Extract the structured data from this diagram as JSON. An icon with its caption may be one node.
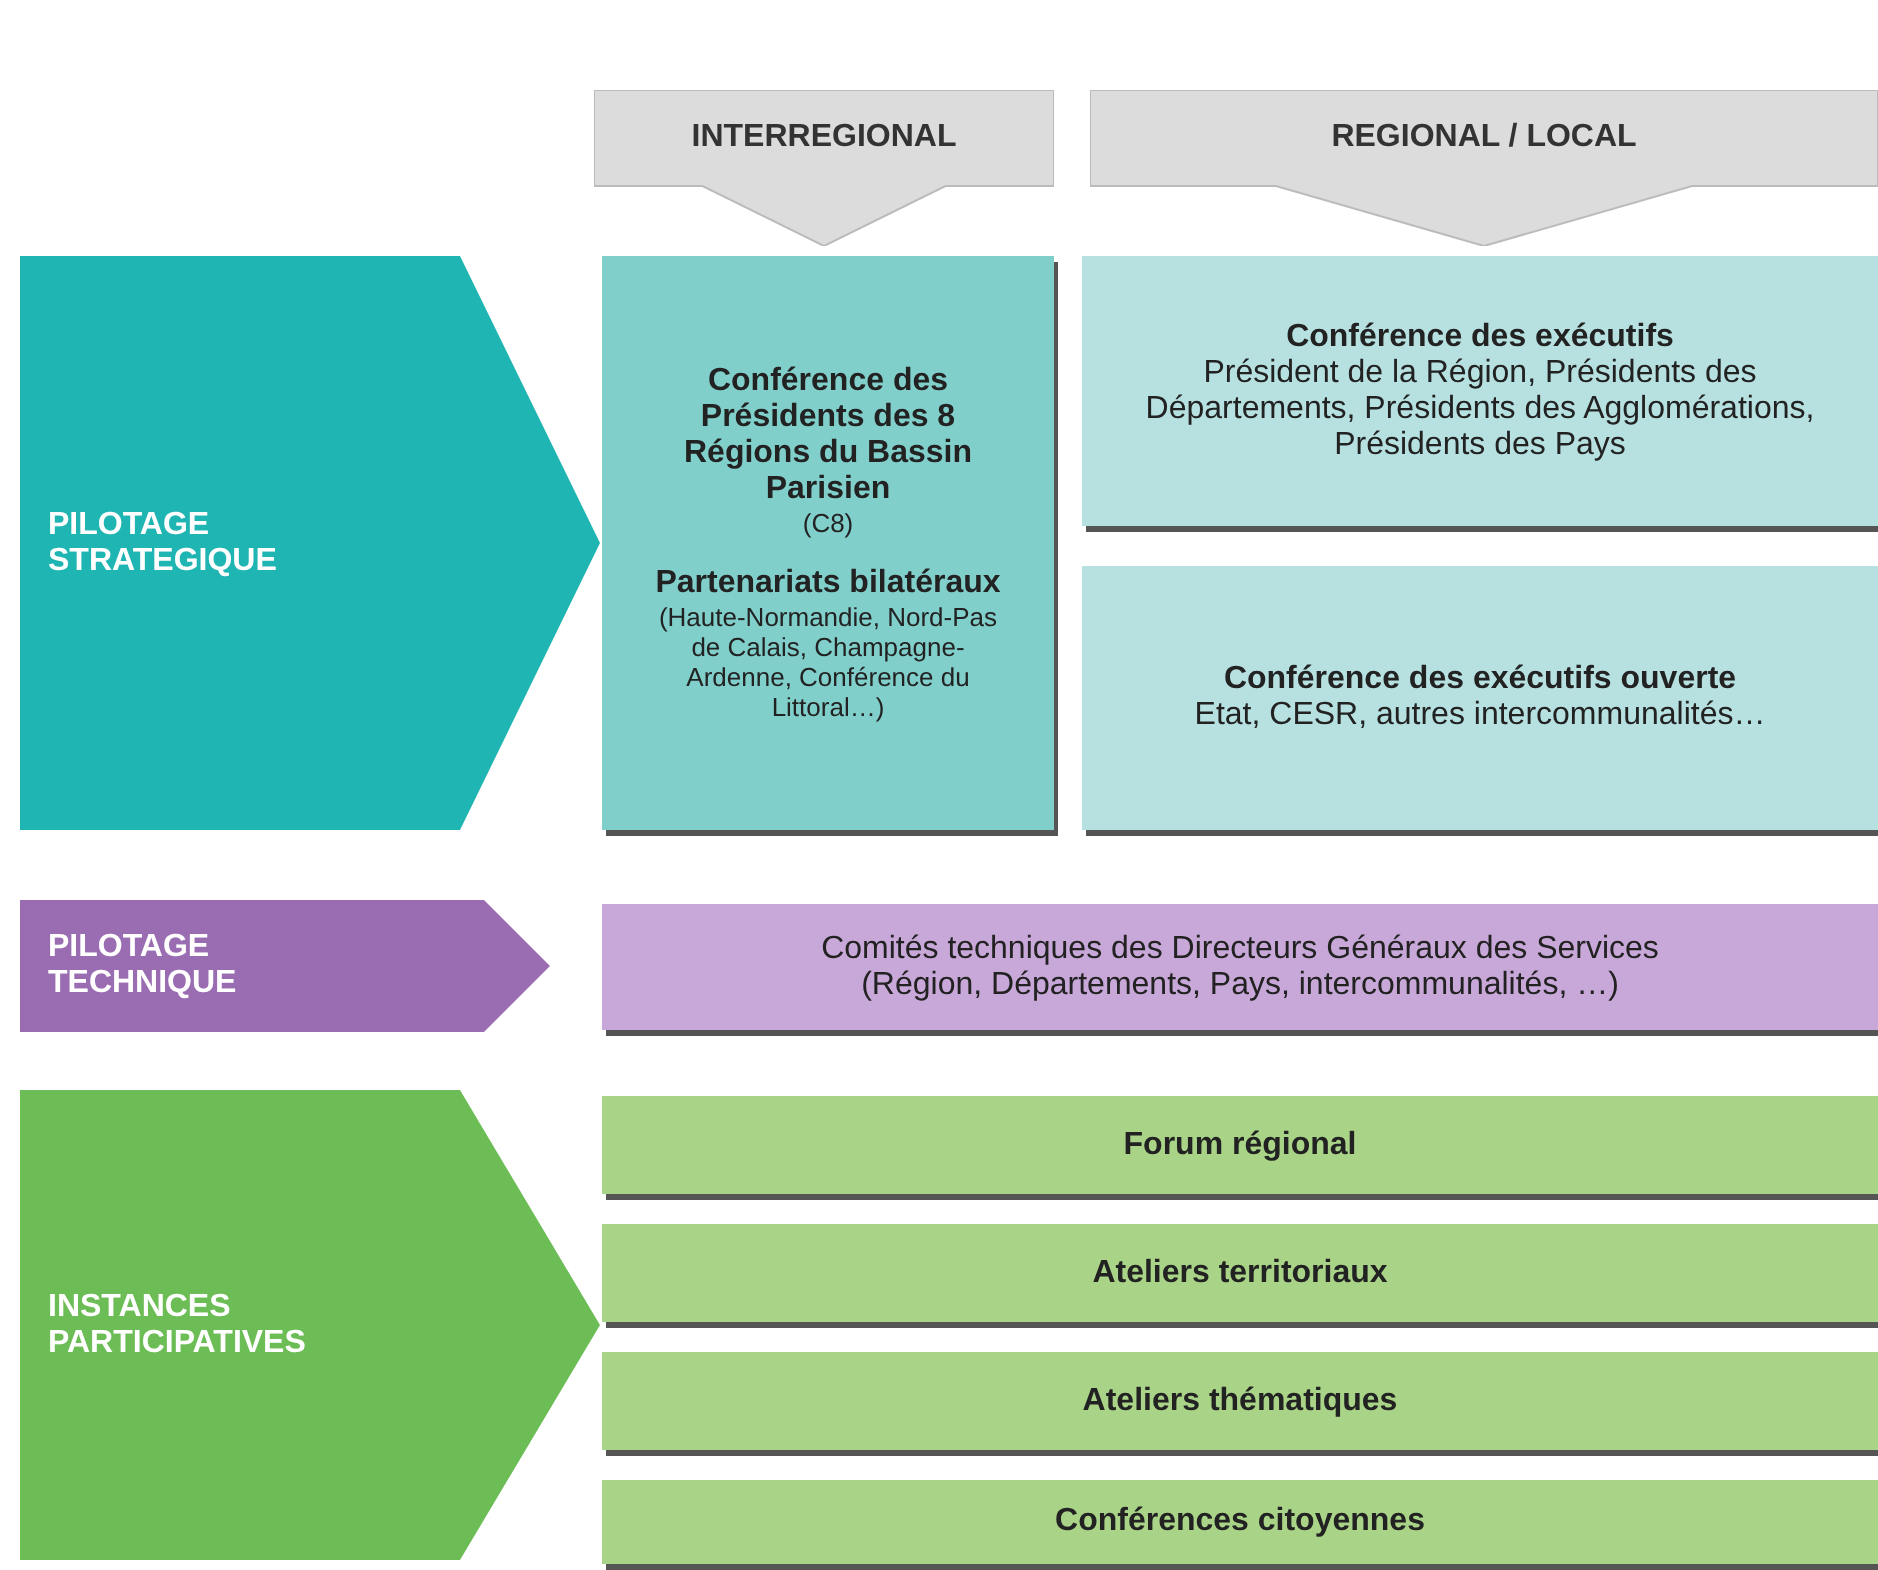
{
  "diagram": {
    "nodes": [
      {
        "text": [
          "INTERREGIONAL"
        ]
      },
      {
        "text": [
          "REGIONAL / LOCAL"
        ]
      },
      {
        "text": [
          "PILOTAGE STRATEGIQUE"
        ]
      },
      {
        "text": [
          "Conférence des Présidents des 8 Régions du Bassin Parisien",
          "(C8)",
          "Partenariats bilatéraux",
          "(Haute-Normandie, Nord-Pas de Calais, Champagne-Ardenne, Conférence du Littoral…)"
        ]
      },
      {
        "text": [
          "Conférence des exécutifs",
          "Président de la Région, Présidents des Départements, Présidents des Agglomérations, Présidents des Pays"
        ]
      },
      {
        "text": [
          "Conférence des exécutifs ouverte",
          "Etat, CESR, autres intercommunalités…"
        ]
      },
      {
        "text": [
          "PILOTAGE TECHNIQUE"
        ]
      },
      {
        "text": [
          "Comités techniques des Directeurs Généraux des Services",
          "(Région, Départements, Pays, intercommunalités, …)"
        ]
      },
      {
        "text": [
          "INSTANCES PARTICIPATIVES"
        ]
      },
      {
        "text": [
          "Forum régional"
        ]
      },
      {
        "text": [
          "Ateliers territoriaux"
        ]
      },
      {
        "text": [
          "Ateliers thématiques"
        ]
      },
      {
        "text": [
          "Conférences citoyennes"
        ]
      }
    ]
  }
}
